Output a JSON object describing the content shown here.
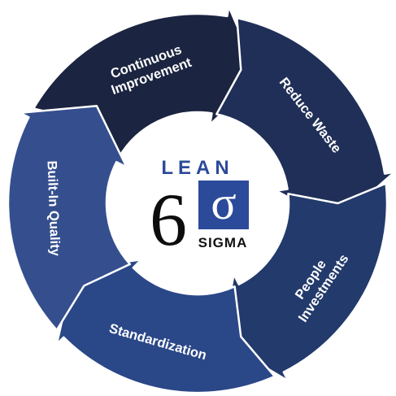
{
  "segments": [
    {
      "label_lines": [
        "Continuous",
        "Improvement"
      ],
      "color": "#1b2440"
    },
    {
      "label_lines": [
        "Reduce Waste"
      ],
      "color": "#1f2f57"
    },
    {
      "label_lines": [
        "People",
        "Investments"
      ],
      "color": "#223a6c"
    },
    {
      "label_lines": [
        "Standardization"
      ],
      "color": "#2a4788"
    },
    {
      "label_lines": [
        "Built-In Quality"
      ],
      "color": "#354f8e"
    }
  ],
  "logo": {
    "lean": "LEAN",
    "six": "6",
    "sigma_symbol": "σ",
    "sigma_word": "SIGMA",
    "accent_color": "#2b4a9a"
  }
}
